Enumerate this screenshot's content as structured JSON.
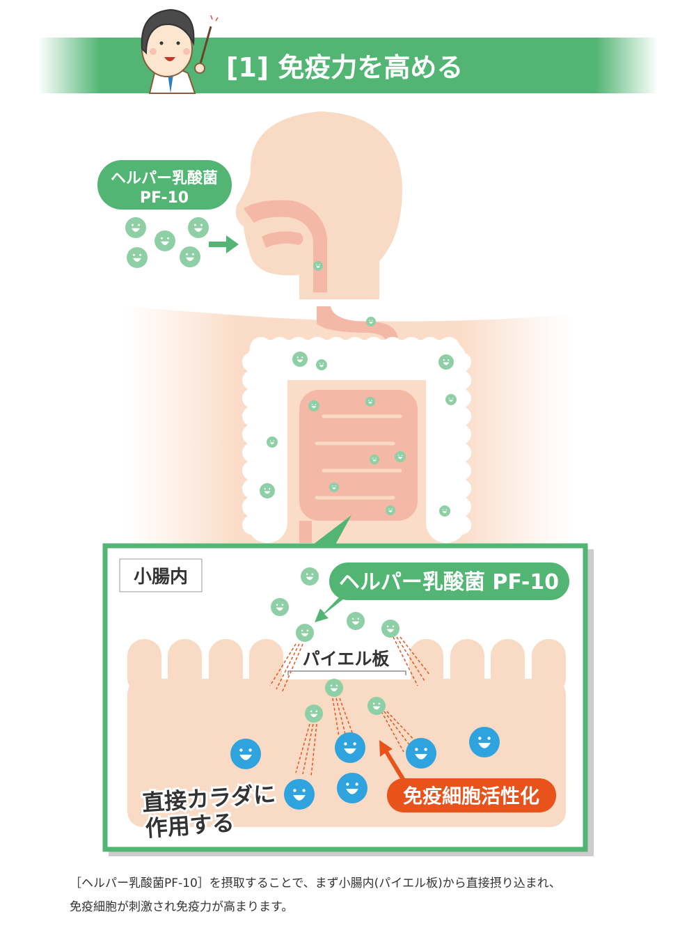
{
  "banner": {
    "title": "[1] 免疫力を高める"
  },
  "upper": {
    "bubble_line1": "ヘルパー乳酸菌",
    "bubble_line2": "PF-10"
  },
  "detail": {
    "area_label": "小腸内",
    "callout": "ヘルパー乳酸菌 PF-10",
    "peyer_label": "パイエル板",
    "handwritten_line1": "直接カラダに",
    "handwritten_line2": "作用する",
    "activation_label": "免疫細胞活性化"
  },
  "caption": {
    "line1": "［ヘルパー乳酸菌PF-10］を摂取することで、まず小腸内(パイエル板)から直接摂り込まれ、",
    "line2": "免疫細胞が刺激され免疫力が高まります。"
  },
  "colors": {
    "green": "#52b574",
    "bacteria": "#8fcfa5",
    "immune_cell": "#2fa3de",
    "orange": "#e8531b",
    "skin": "#f9dac4",
    "pink": "#f4b9a6"
  }
}
